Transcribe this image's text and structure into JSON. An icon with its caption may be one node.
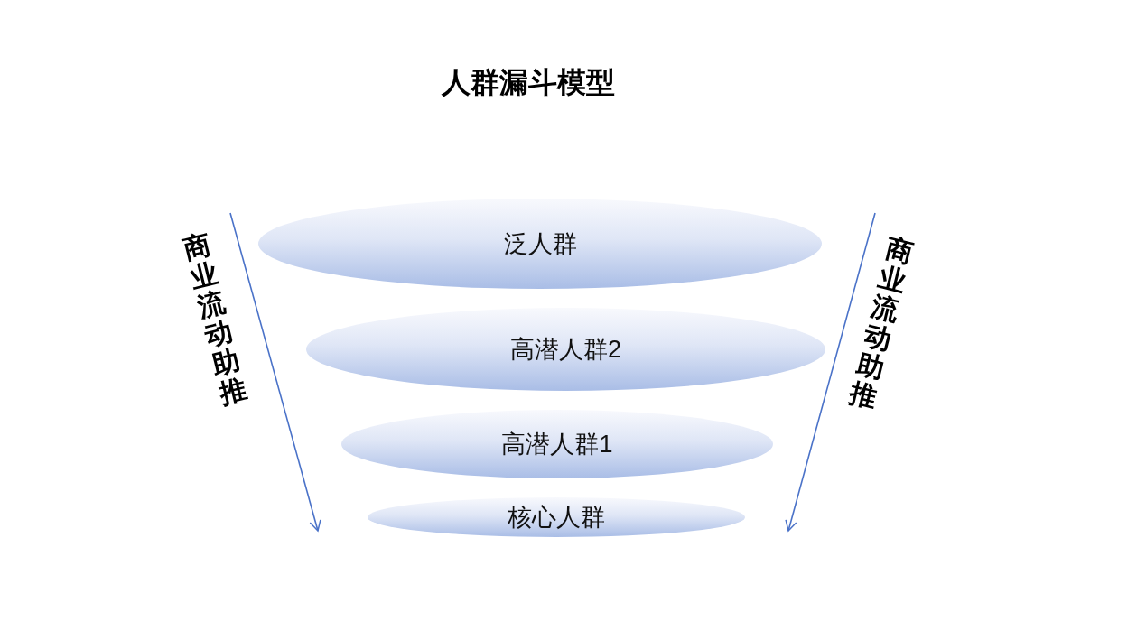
{
  "diagram": {
    "title": "人群漏斗模型",
    "nodes": [
      {
        "text": [
          "泛人群"
        ]
      },
      {
        "text": [
          "高潜人群2"
        ]
      },
      {
        "text": [
          "高潜人群1"
        ]
      },
      {
        "text": [
          "核心人群"
        ]
      }
    ],
    "labels": [
      "商业流动助推",
      "商业流动助推"
    ]
  }
}
